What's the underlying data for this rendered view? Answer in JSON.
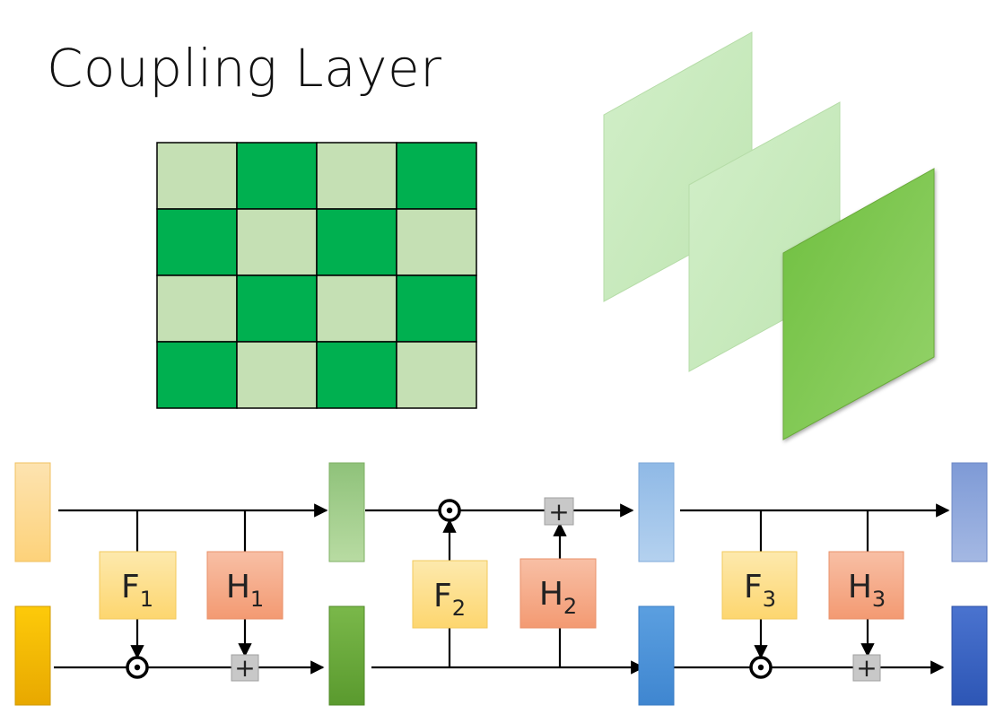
{
  "title": "Coupling Layer",
  "checkerboard": {
    "rows": 4,
    "cols": 4,
    "colors": {
      "light": "#c5e0b4",
      "dark": "#00b050"
    }
  },
  "channel_planes": {
    "colors": [
      "#c5e8be",
      "#c9ecc3",
      "#7ec850"
    ]
  },
  "operators": {
    "multiply": "⊙",
    "add": "+"
  },
  "blocks": [
    {
      "name": "F",
      "subscript": "1",
      "color": "#fde49b",
      "op": "multiply"
    },
    {
      "name": "H",
      "subscript": "1",
      "color": "#f6a987",
      "op": "add"
    },
    {
      "name": "F",
      "subscript": "2",
      "color": "#fde49b",
      "op": "multiply"
    },
    {
      "name": "H",
      "subscript": "2",
      "color": "#f6a987",
      "op": "add"
    },
    {
      "name": "F",
      "subscript": "3",
      "color": "#fde49b",
      "op": "multiply"
    },
    {
      "name": "H",
      "subscript": "3",
      "color": "#f6a987",
      "op": "add"
    }
  ],
  "stage_colors": [
    {
      "top": "#fdd88f",
      "bottom": "#f6c000"
    },
    {
      "top": "#a9d18e",
      "bottom": "#6aaa3a"
    },
    {
      "top": "#9dc3e6",
      "bottom": "#4a90d9"
    },
    {
      "top": "#8ea9db",
      "bottom": "#3a63c4"
    }
  ]
}
